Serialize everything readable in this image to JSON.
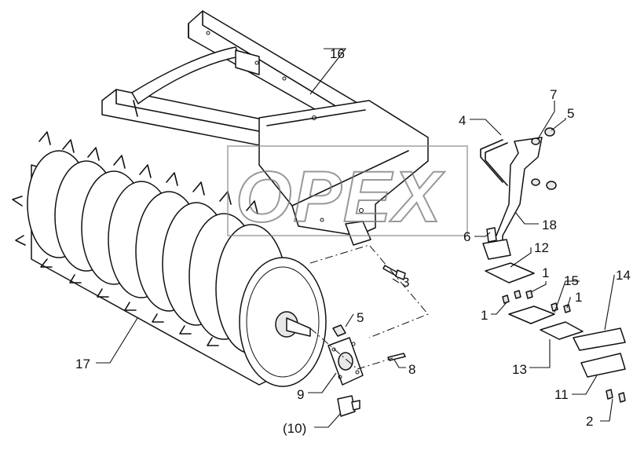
{
  "watermark": {
    "text": "OPEX",
    "color": "#777777"
  },
  "labels": [
    {
      "id": "l16",
      "text": "16"
    },
    {
      "id": "l4",
      "text": "4"
    },
    {
      "id": "l7",
      "text": "7"
    },
    {
      "id": "l5a",
      "text": "5"
    },
    {
      "id": "l18",
      "text": "18"
    },
    {
      "id": "l6",
      "text": "6"
    },
    {
      "id": "l12",
      "text": "12"
    },
    {
      "id": "l3",
      "text": "3"
    },
    {
      "id": "l1a",
      "text": "1"
    },
    {
      "id": "l15",
      "text": "15"
    },
    {
      "id": "l1b",
      "text": "1"
    },
    {
      "id": "l1c",
      "text": "1"
    },
    {
      "id": "l14",
      "text": "14"
    },
    {
      "id": "l5b",
      "text": "5"
    },
    {
      "id": "l17",
      "text": "17"
    },
    {
      "id": "l13",
      "text": "13"
    },
    {
      "id": "l8",
      "text": "8"
    },
    {
      "id": "l9",
      "text": "9"
    },
    {
      "id": "l11",
      "text": "11"
    },
    {
      "id": "l2",
      "text": "2"
    },
    {
      "id": "l10",
      "text": "(10)"
    }
  ]
}
